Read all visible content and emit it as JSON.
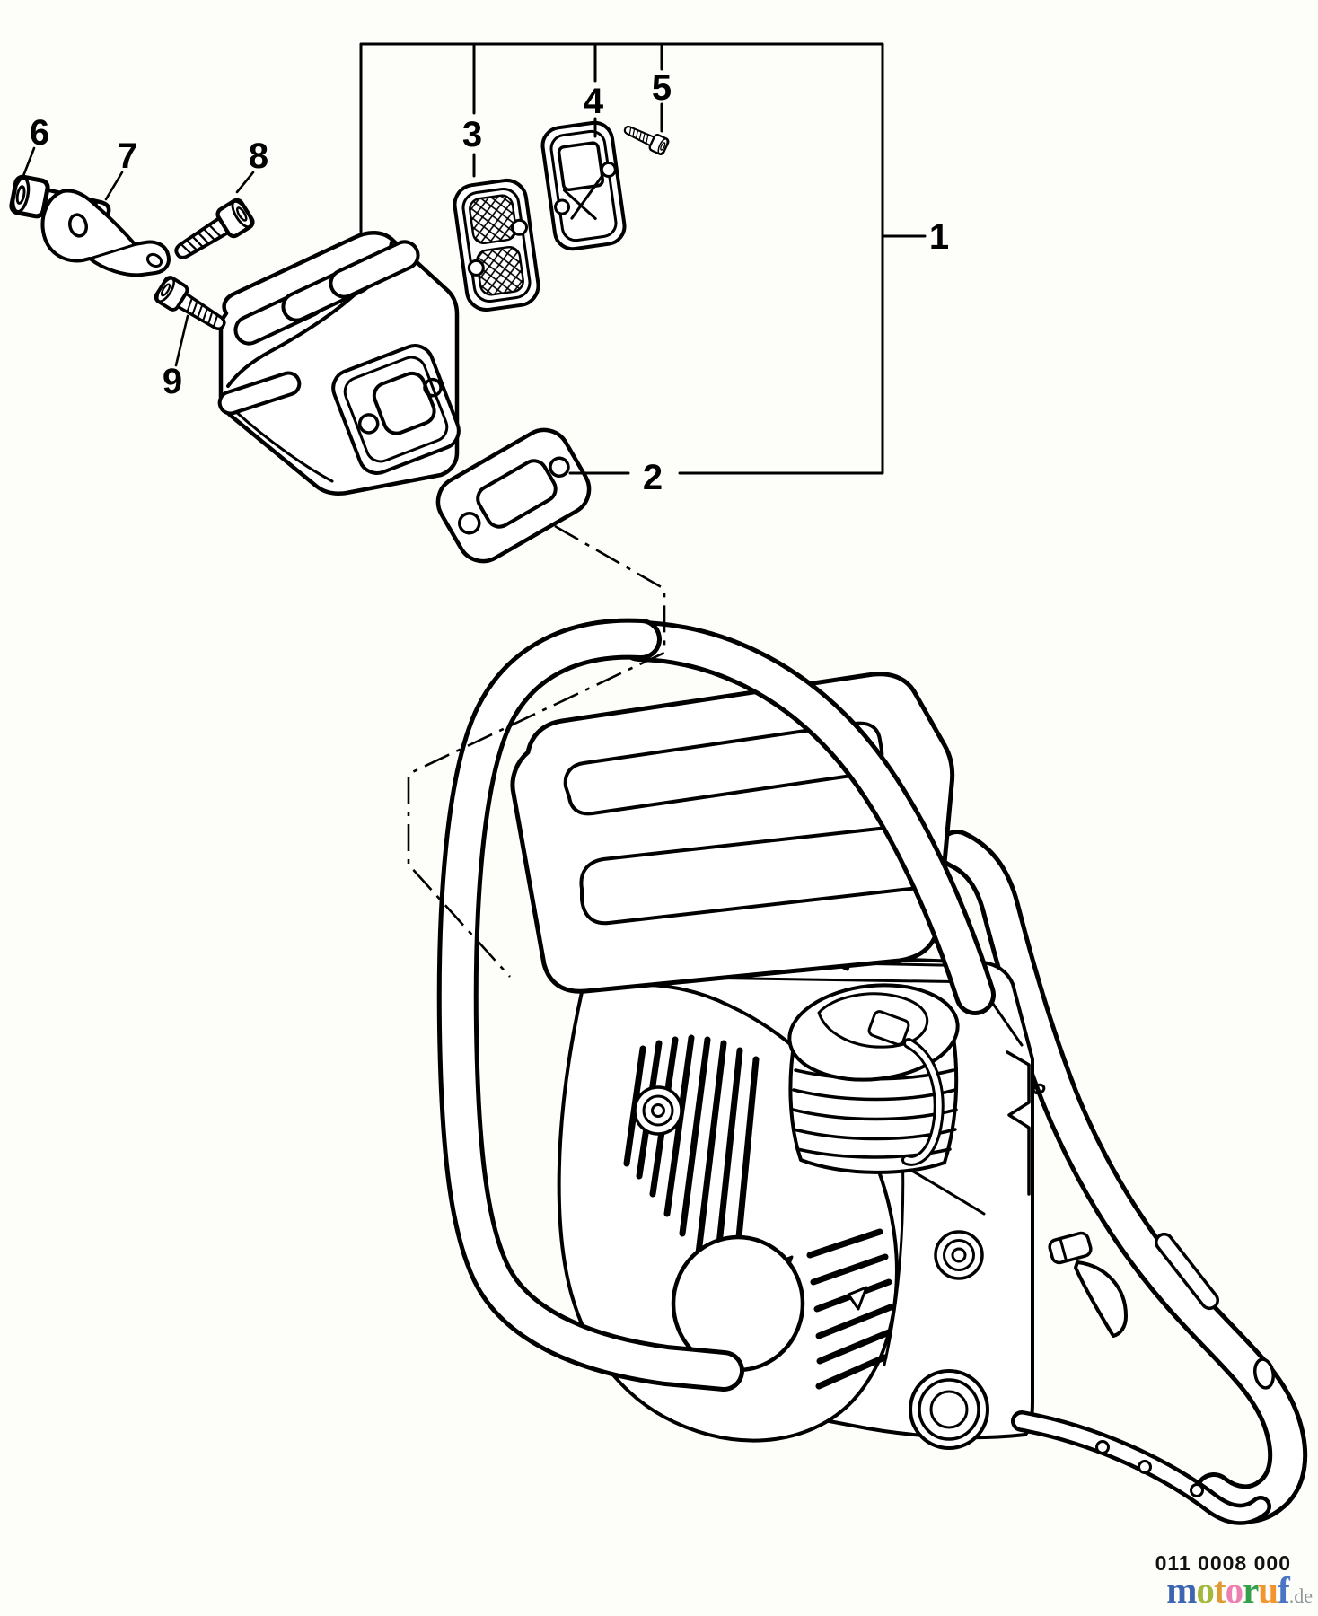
{
  "page": {
    "background": "#fdfdfa",
    "line_color": "#000000"
  },
  "diagram": {
    "callouts": {
      "c1": "1",
      "c2": "2",
      "c3": "3",
      "c4": "4",
      "c5": "5",
      "c6": "6",
      "c7": "7",
      "c8": "8",
      "c9": "9"
    }
  },
  "footer": {
    "part_code": "011 0008 000",
    "logo": {
      "letters": [
        {
          "ch": "m",
          "color": "#3e66b0"
        },
        {
          "ch": "o",
          "color": "#a3b93b"
        },
        {
          "ch": "t",
          "color": "#df9a33"
        },
        {
          "ch": "o",
          "color": "#ee7fb2"
        },
        {
          "ch": "r",
          "color": "#35a04a"
        },
        {
          "ch": "u",
          "color": "#f2952e"
        },
        {
          "ch": "f",
          "color": "#4a74c4"
        }
      ],
      "suffix": {
        "text": ".de",
        "color": "#8f9598"
      }
    }
  }
}
